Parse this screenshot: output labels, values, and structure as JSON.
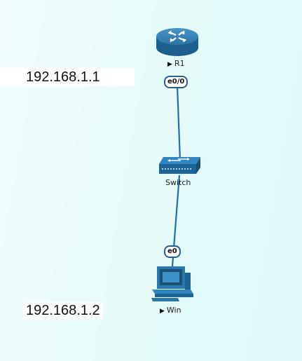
{
  "nodes": {
    "r1": {
      "name": "R1",
      "ip": "192.168.1.1",
      "port": "e0/0"
    },
    "switch": {
      "name": "Switch"
    },
    "win": {
      "name": "Win",
      "ip": "192.168.1.2",
      "port": "e0"
    }
  },
  "colors": {
    "link": "#1f6fa6",
    "device": "#1e6e9e",
    "label_border": "#2a5f88"
  },
  "icons": {
    "router": "router-icon",
    "switch": "switch-icon",
    "pc": "computer-icon",
    "console": "play-icon"
  }
}
